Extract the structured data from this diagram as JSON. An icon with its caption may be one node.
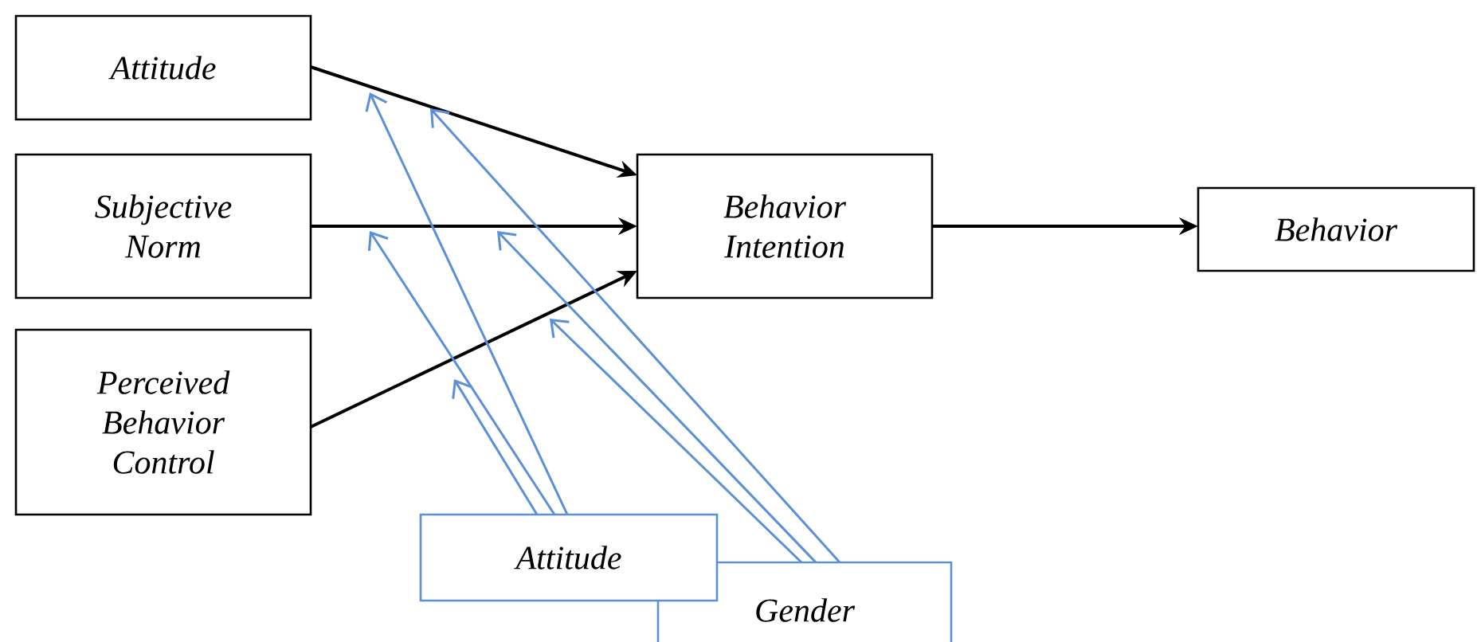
{
  "diagram": {
    "nodes": [
      {
        "text": [
          "Attitude"
        ]
      },
      {
        "text": [
          "Subjective Norm"
        ]
      },
      {
        "text": [
          "Perceived Behavior Control"
        ]
      },
      {
        "text": [
          "Behavior Intention"
        ]
      },
      {
        "text": [
          "Behavior"
        ]
      },
      {
        "text": [
          "Attitude"
        ]
      },
      {
        "text": [
          "Gender"
        ]
      }
    ],
    "edges": [
      {
        "from": 0,
        "to": 3,
        "arrow": "to",
        "color": "#000000"
      },
      {
        "from": 1,
        "to": 3,
        "arrow": "to",
        "color": "#000000"
      },
      {
        "from": 2,
        "to": 3,
        "arrow": "to",
        "color": "#000000"
      },
      {
        "from": 3,
        "to": 4,
        "arrow": "to",
        "color": "#000000"
      },
      {
        "from": 5,
        "to": null,
        "arrow": "to",
        "color": "#5b8fd6"
      },
      {
        "from": 5,
        "to": null,
        "arrow": "to",
        "color": "#5b8fd6"
      },
      {
        "from": 5,
        "to": null,
        "arrow": "to",
        "color": "#5b8fd6"
      },
      {
        "from": 6,
        "to": null,
        "arrow": "to",
        "color": "#5b8fd6"
      },
      {
        "from": 6,
        "to": null,
        "arrow": "to",
        "color": "#5b8fd6"
      },
      {
        "from": 6,
        "to": null,
        "arrow": "to",
        "color": "#5b8fd6"
      }
    ]
  }
}
